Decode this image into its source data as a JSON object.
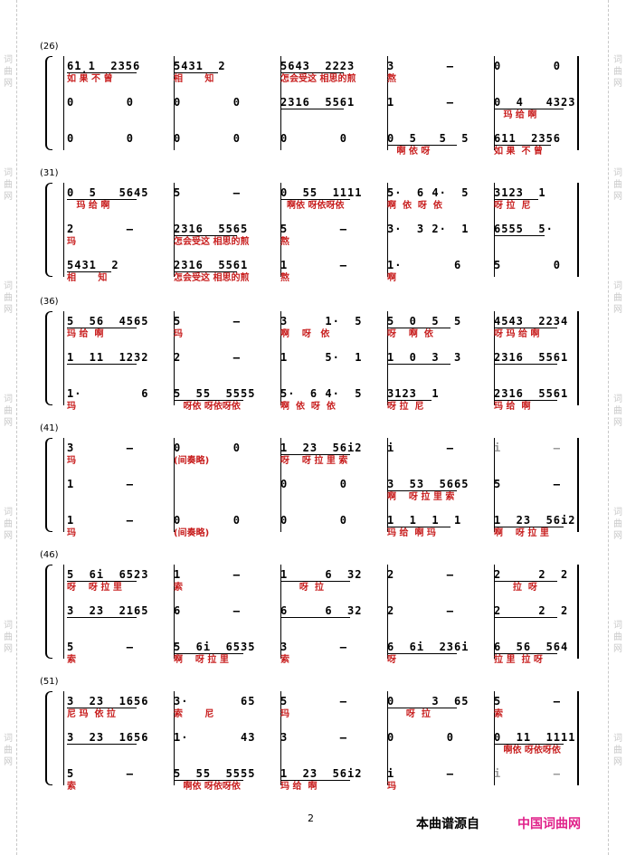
{
  "watermark": {
    "chars": [
      "词",
      "曲",
      "网"
    ]
  },
  "page_number": "2",
  "footer": {
    "source_label": "本曲谱源自",
    "site_name": "中国词曲网"
  },
  "systems": [
    {
      "number": "(26)",
      "rows": [
        {
          "measures": [
            {
              "notes": "6̇1̣1  2356",
              "lyric": "如 果 不 曾"
            },
            {
              "notes": "5431  2",
              "lyric": "相       知"
            },
            {
              "notes": "5643  2223",
              "lyric": "怎会受这 相思的煎"
            },
            {
              "notes": "3       –",
              "lyric": "熬"
            },
            {
              "notes": "0       0",
              "lyric": ""
            }
          ]
        },
        {
          "measures": [
            {
              "notes": "0       0",
              "lyric": ""
            },
            {
              "notes": "0       0",
              "lyric": ""
            },
            {
              "notes": "2316  5561",
              "lyric": ""
            },
            {
              "notes": "1       –",
              "lyric": ""
            },
            {
              "notes": "0  4   4323",
              "lyric": "   玛 给 啊"
            }
          ]
        },
        {
          "measures": [
            {
              "notes": "0       0",
              "lyric": ""
            },
            {
              "notes": "0       0",
              "lyric": ""
            },
            {
              "notes": "0       0",
              "lyric": ""
            },
            {
              "notes": "0  5   5  5",
              "lyric": "   啊 依 呀"
            },
            {
              "notes": "611  2356",
              "lyric": "如 果  不 曾"
            }
          ]
        }
      ]
    },
    {
      "number": "(31)",
      "rows": [
        {
          "measures": [
            {
              "notes": "0  5   5645",
              "lyric": "   玛 给 啊"
            },
            {
              "notes": "5       –",
              "lyric": ""
            },
            {
              "notes": "0  55  1111",
              "lyric": "  啊依 呀依呀依"
            },
            {
              "notes": "5·  6 4·  5",
              "lyric": "啊  依  呀  依"
            },
            {
              "notes": "3123  1",
              "lyric": "呀 拉  尼"
            }
          ]
        },
        {
          "measures": [
            {
              "notes": "2       –",
              "lyric": "玛"
            },
            {
              "notes": "2316  5565",
              "lyric": "怎会受这 相思的煎"
            },
            {
              "notes": "5       –",
              "lyric": "熬"
            },
            {
              "notes": "3·  3 2·  1",
              "lyric": ""
            },
            {
              "notes": "6555  5·",
              "lyric": ""
            }
          ]
        },
        {
          "measures": [
            {
              "notes": "5431  2",
              "lyric": "相       知"
            },
            {
              "notes": "2316  5561",
              "lyric": "怎会受这 相思的煎"
            },
            {
              "notes": "1       –",
              "lyric": "熬"
            },
            {
              "notes": "1·       6",
              "lyric": "啊"
            },
            {
              "notes": "5       0",
              "lyric": ""
            }
          ]
        }
      ]
    },
    {
      "number": "(36)",
      "rows": [
        {
          "measures": [
            {
              "notes": "5  56  4565",
              "lyric": "玛 给  啊"
            },
            {
              "notes": "5       –",
              "lyric": "玛"
            },
            {
              "notes": "3     1·  5",
              "lyric": "啊    呀   依"
            },
            {
              "notes": "5  0  5  5",
              "lyric": "呀    啊  依"
            },
            {
              "notes": "4543  2234",
              "lyric": "呀 玛 给 啊"
            }
          ]
        },
        {
          "measures": [
            {
              "notes": "1  11  1232",
              "lyric": ""
            },
            {
              "notes": "2       –",
              "lyric": ""
            },
            {
              "notes": "1     5·  1",
              "lyric": ""
            },
            {
              "notes": "1  0  3  3",
              "lyric": ""
            },
            {
              "notes": "2316  5561",
              "lyric": ""
            }
          ]
        },
        {
          "measures": [
            {
              "notes": "1·        6",
              "lyric": "玛"
            },
            {
              "notes": "5  55  5555",
              "lyric": "   呀依 呀依呀依"
            },
            {
              "notes": "5·  6 4·  5",
              "lyric": "啊  依  呀  依"
            },
            {
              "notes": "3123  1",
              "lyric": "呀 拉  尼"
            },
            {
              "notes": "2316  5561",
              "lyric": "玛 给  啊"
            }
          ]
        }
      ]
    },
    {
      "number": "(41)",
      "rows": [
        {
          "measures": [
            {
              "notes": "3       –",
              "lyric": "玛"
            },
            {
              "notes": "0       0",
              "lyric": "(间奏略)"
            },
            {
              "notes": "1  23  56i2",
              "lyric": "呀    呀 拉 里 索"
            },
            {
              "notes": "i       –",
              "lyric": ""
            },
            {
              "notes": "i       –",
              "lyric": "",
              "grey": true
            }
          ]
        },
        {
          "measures": [
            {
              "notes": "1       –",
              "lyric": ""
            },
            {
              "notes": "",
              "lyric": ""
            },
            {
              "notes": "0       0",
              "lyric": ""
            },
            {
              "notes": "3  53  5665",
              "lyric": "啊    呀 拉 里 索"
            },
            {
              "notes": "5       –",
              "lyric": ""
            }
          ]
        },
        {
          "measures": [
            {
              "notes": "1       –",
              "lyric": "玛"
            },
            {
              "notes": "0       0",
              "lyric": "(间奏略)"
            },
            {
              "notes": "0       0",
              "lyric": ""
            },
            {
              "notes": "1  1  1  1",
              "lyric": "玛 给  啊 玛"
            },
            {
              "notes": "1  23  56i2",
              "lyric": "啊    呀 拉 里"
            }
          ]
        }
      ]
    },
    {
      "number": "(46)",
      "rows": [
        {
          "measures": [
            {
              "notes": "5  6i  6523",
              "lyric": "呀    呀 拉 里"
            },
            {
              "notes": "1       –",
              "lyric": "索"
            },
            {
              "notes": "1     6  32",
              "lyric": "      呀  拉",
              "grey_first": true
            },
            {
              "notes": "2       –",
              "lyric": ""
            },
            {
              "notes": "2     2  2",
              "lyric": "      拉  呀",
              "grey_first": true
            }
          ]
        },
        {
          "measures": [
            {
              "notes": "3  23  2165",
              "lyric": ""
            },
            {
              "notes": "6       –",
              "lyric": ""
            },
            {
              "notes": "6     6  32",
              "lyric": "",
              "grey_first": true
            },
            {
              "notes": "2       –",
              "lyric": ""
            },
            {
              "notes": "2     2  2",
              "lyric": "",
              "grey_first": true
            }
          ]
        },
        {
          "measures": [
            {
              "notes": "5       –",
              "lyric": "索"
            },
            {
              "notes": "5  6i  6535",
              "lyric": "啊    呀 拉 里"
            },
            {
              "notes": "3       –",
              "lyric": "索"
            },
            {
              "notes": "6  6i  236i",
              "lyric": "呀"
            },
            {
              "notes": "6  56  564",
              "lyric": "拉 里  拉 呀"
            }
          ]
        }
      ]
    },
    {
      "number": "(51)",
      "rows": [
        {
          "measures": [
            {
              "notes": "3  23  1656",
              "lyric": "尼 玛  依 拉"
            },
            {
              "notes": "3·       65",
              "lyric": "索       尼"
            },
            {
              "notes": "5       –",
              "lyric": "玛"
            },
            {
              "notes": "0     3  65",
              "lyric": "      呀  拉"
            },
            {
              "notes": "5       –",
              "lyric": "索"
            }
          ]
        },
        {
          "measures": [
            {
              "notes": "3  23  1656",
              "lyric": ""
            },
            {
              "notes": "1·       43",
              "lyric": ""
            },
            {
              "notes": "3       –",
              "lyric": ""
            },
            {
              "notes": "0       0",
              "lyric": ""
            },
            {
              "notes": "0  11  1111",
              "lyric": "   啊依 呀依呀依"
            }
          ]
        },
        {
          "measures": [
            {
              "notes": "5       –",
              "lyric": "索"
            },
            {
              "notes": "5  55  5555",
              "lyric": "   啊依 呀依呀依"
            },
            {
              "notes": "1  23  56i2",
              "lyric": "玛 给  啊"
            },
            {
              "notes": "i       –",
              "lyric": "玛"
            },
            {
              "notes": "i       –",
              "lyric": "",
              "grey": true
            }
          ]
        }
      ]
    }
  ]
}
